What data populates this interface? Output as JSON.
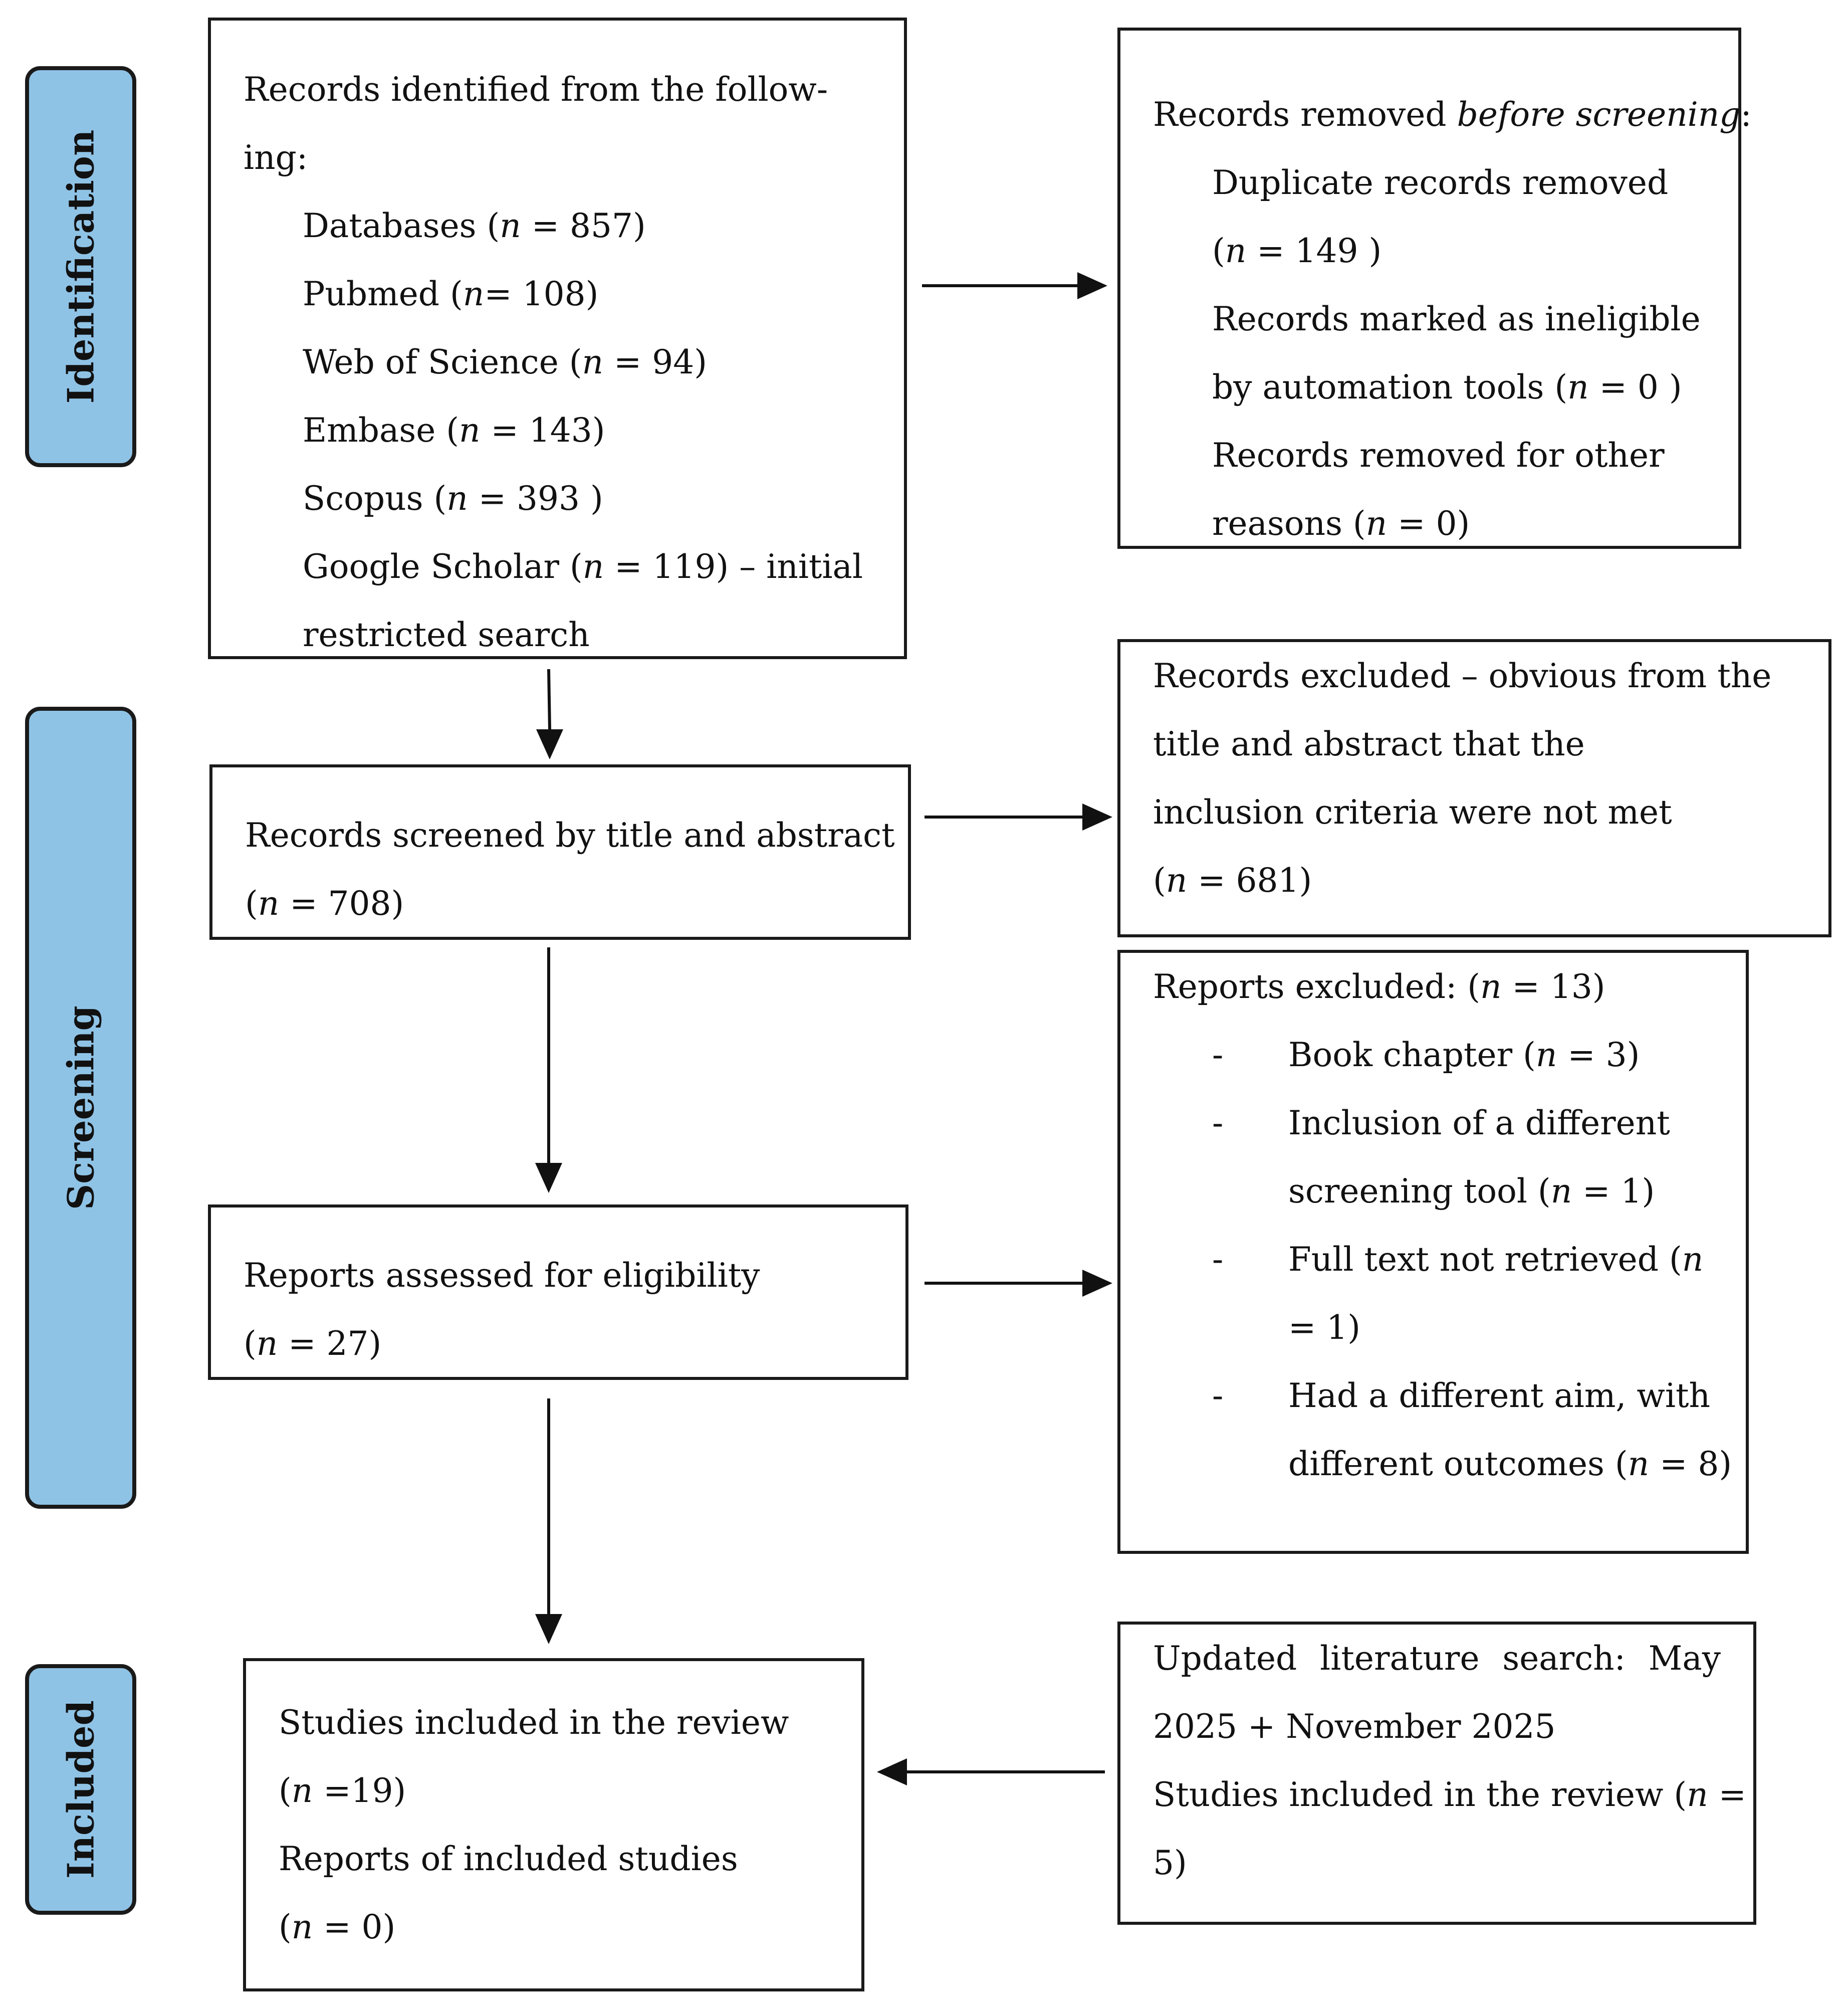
{
  "phases": {
    "identification": "Identification",
    "screening": "Screening",
    "included": "Included"
  },
  "identified": {
    "line1": "Records identified from the follow-",
    "line2": "ing:",
    "items": [
      {
        "label": "Databases (",
        "n": "n",
        "rest": " = 857)"
      },
      {
        "label": "Pubmed (",
        "n": "n",
        "rest": "= 108)"
      },
      {
        "label": "Web of Science (",
        "n": "n",
        "rest": " = 94)"
      },
      {
        "label": "Embase (",
        "n": "n",
        "rest": " = 143)"
      },
      {
        "label": "Scopus (",
        "n": "n",
        "rest": " = 393 )"
      },
      {
        "label": "Google Scholar (",
        "n": "n",
        "rest": " = 119) – initial"
      }
    ],
    "last": "restricted search"
  },
  "removed": {
    "title_a": "Records removed ",
    "title_b": "before screening",
    "title_c": ":",
    "dup_a": "Duplicate records removed",
    "dup_b": "(",
    "dup_n": "n",
    "dup_c": " = 149 )",
    "inel_a": "Records marked as ineligible",
    "inel_b": "by automation tools (",
    "inel_n": "n",
    "inel_c": " = 0 )",
    "other_a": "Records removed for other",
    "other_b": "reasons (",
    "other_n": "n",
    "other_c": " = 0)"
  },
  "screened": {
    "line1": "Records screened by title and abstract",
    "open": "(",
    "n": "n",
    "rest": " = 708)"
  },
  "excluded": {
    "line1": "Records excluded – obvious from the",
    "line2": "title and abstract that the",
    "line3": "inclusion criteria were not met",
    "open": "(",
    "n": "n",
    "rest": " = 681)"
  },
  "assessed": {
    "line1": "Reports assessed for eligibility",
    "open": "(",
    "n": "n",
    "rest": " = 27)"
  },
  "reports_excluded": {
    "title_a": "Reports excluded: (",
    "title_n": "n",
    "title_b": " = 13)",
    "dash": "-",
    "b1_a": "Book chapter (",
    "b1_n": "n",
    "b1_b": " = 3)",
    "b2_a": "Inclusion of a different",
    "b2_b": "screening tool (",
    "b2_n": "n",
    "b2_c": " = 1)",
    "b3_a": "Full text not retrieved (",
    "b3_n": "n",
    "b3_b": "= 1)",
    "b4_a": "Had a different aim, with",
    "b4_b": "different outcomes (",
    "b4_n": "n",
    "b4_c": " = 8)"
  },
  "included_box": {
    "line1": "Studies included in the review",
    "open1": "(",
    "n1": "n",
    "rest1": " =19)",
    "line3": "Reports of included studies",
    "open2": "(",
    "n2": "n",
    "rest2": " = 0)"
  },
  "updated": {
    "w1": "Updated",
    "w2": "literature",
    "w3": "search:",
    "w4": "May",
    "line2": "2025 + November 2025",
    "line3a": "Studies included in the review (",
    "line3n": "n",
    "line3b": " =",
    "line4": "5)"
  }
}
